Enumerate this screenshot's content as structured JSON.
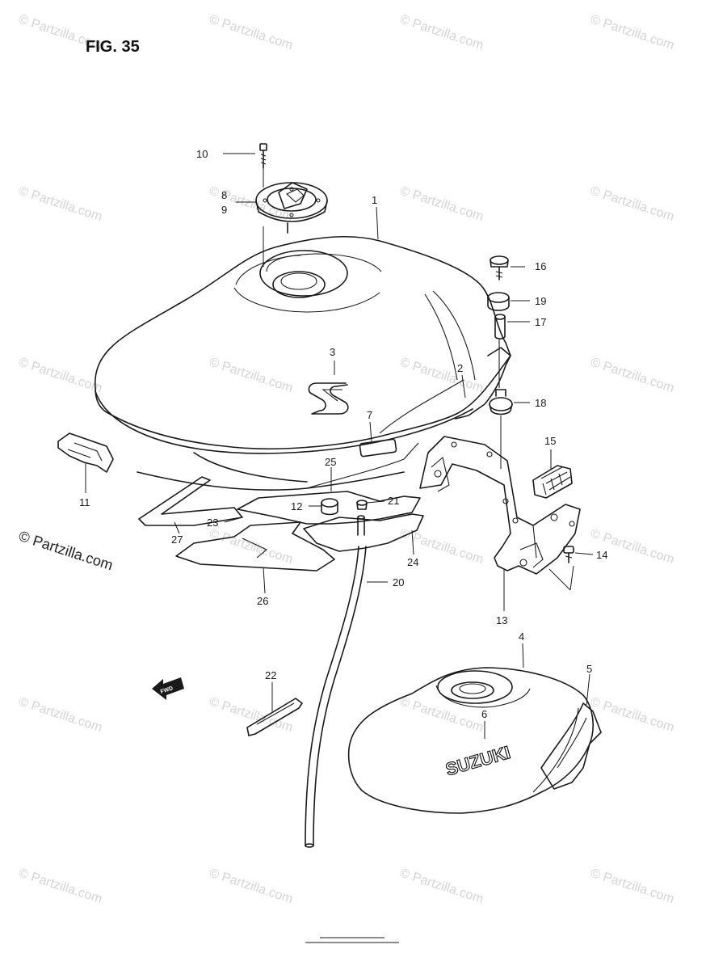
{
  "figure": {
    "title": "FIG. 35"
  },
  "watermark": {
    "text": "© Partzilla.com"
  },
  "brand_mark": {
    "emblem": "S",
    "logo_text": "SUZUKI"
  },
  "direction_arrow": {
    "label": "FWD"
  },
  "callouts": [
    {
      "id": "c1",
      "label": "1"
    },
    {
      "id": "c2",
      "label": "2"
    },
    {
      "id": "c3",
      "label": "3"
    },
    {
      "id": "c4",
      "label": "4"
    },
    {
      "id": "c5",
      "label": "5"
    },
    {
      "id": "c6",
      "label": "6"
    },
    {
      "id": "c7",
      "label": "7"
    },
    {
      "id": "c8",
      "label": "8"
    },
    {
      "id": "c9",
      "label": "9"
    },
    {
      "id": "c10",
      "label": "10"
    },
    {
      "id": "c11",
      "label": "11"
    },
    {
      "id": "c12",
      "label": "12"
    },
    {
      "id": "c13",
      "label": "13"
    },
    {
      "id": "c14",
      "label": "14"
    },
    {
      "id": "c15",
      "label": "15"
    },
    {
      "id": "c16",
      "label": "16"
    },
    {
      "id": "c17",
      "label": "17"
    },
    {
      "id": "c18",
      "label": "18"
    },
    {
      "id": "c19",
      "label": "19"
    },
    {
      "id": "c20",
      "label": "20"
    },
    {
      "id": "c21",
      "label": "21"
    },
    {
      "id": "c22",
      "label": "22"
    },
    {
      "id": "c23",
      "label": "23"
    },
    {
      "id": "c24",
      "label": "24"
    },
    {
      "id": "c25",
      "label": "25"
    },
    {
      "id": "c26",
      "label": "26"
    },
    {
      "id": "c27",
      "label": "27"
    }
  ],
  "colors": {
    "line": "#1a1a1a",
    "watermark": "#d4d4d4",
    "background": "#ffffff"
  }
}
